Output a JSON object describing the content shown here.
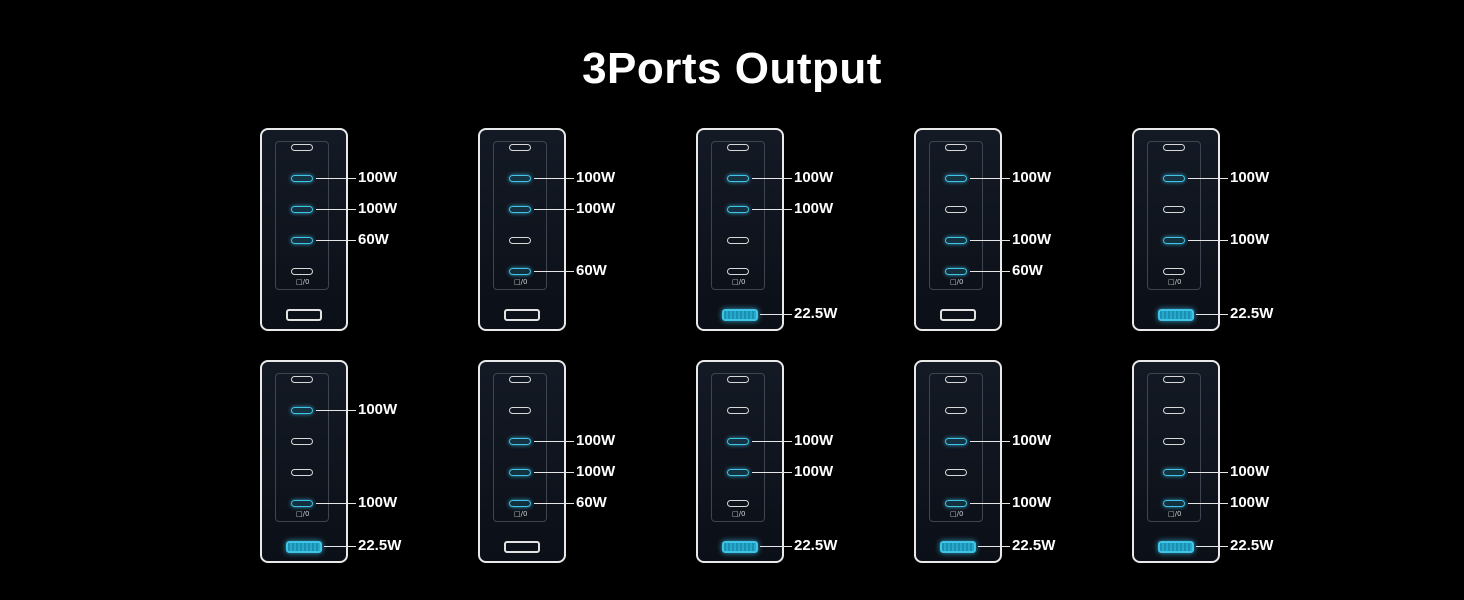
{
  "title": "3Ports Output",
  "port_marking": "□/0",
  "colors": {
    "active": "#3fc3e6",
    "inactive": "#d8d8d8",
    "background": "#000000"
  },
  "configurations": [
    {
      "ports": [
        false,
        true,
        true,
        true,
        false
      ],
      "usb_a": false,
      "labels": [
        "",
        "100W",
        "100W",
        "60W",
        ""
      ],
      "usb_a_label": ""
    },
    {
      "ports": [
        false,
        true,
        true,
        false,
        true
      ],
      "usb_a": false,
      "labels": [
        "",
        "100W",
        "100W",
        "",
        "60W"
      ],
      "usb_a_label": ""
    },
    {
      "ports": [
        false,
        true,
        true,
        false,
        false
      ],
      "usb_a": true,
      "labels": [
        "",
        "100W",
        "100W",
        "",
        ""
      ],
      "usb_a_label": "22.5W"
    },
    {
      "ports": [
        false,
        true,
        false,
        true,
        true
      ],
      "usb_a": false,
      "labels": [
        "",
        "100W",
        "",
        "100W",
        "60W"
      ],
      "usb_a_label": ""
    },
    {
      "ports": [
        false,
        true,
        false,
        true,
        false
      ],
      "usb_a": true,
      "labels": [
        "",
        "100W",
        "",
        "100W",
        ""
      ],
      "usb_a_label": "22.5W"
    },
    {
      "ports": [
        false,
        true,
        false,
        false,
        true
      ],
      "usb_a": true,
      "labels": [
        "",
        "100W",
        "",
        "",
        "100W"
      ],
      "usb_a_label": "22.5W"
    },
    {
      "ports": [
        false,
        false,
        true,
        true,
        true
      ],
      "usb_a": false,
      "labels": [
        "",
        "",
        "100W",
        "100W",
        "60W"
      ],
      "usb_a_label": ""
    },
    {
      "ports": [
        false,
        false,
        true,
        true,
        false
      ],
      "usb_a": true,
      "labels": [
        "",
        "",
        "100W",
        "100W",
        ""
      ],
      "usb_a_label": "22.5W"
    },
    {
      "ports": [
        false,
        false,
        true,
        false,
        true
      ],
      "usb_a": true,
      "labels": [
        "",
        "",
        "100W",
        "",
        "100W"
      ],
      "usb_a_label": "22.5W"
    },
    {
      "ports": [
        false,
        false,
        false,
        true,
        true
      ],
      "usb_a": true,
      "labels": [
        "",
        "",
        "",
        "100W",
        "100W"
      ],
      "usb_a_label": "22.5W"
    }
  ]
}
